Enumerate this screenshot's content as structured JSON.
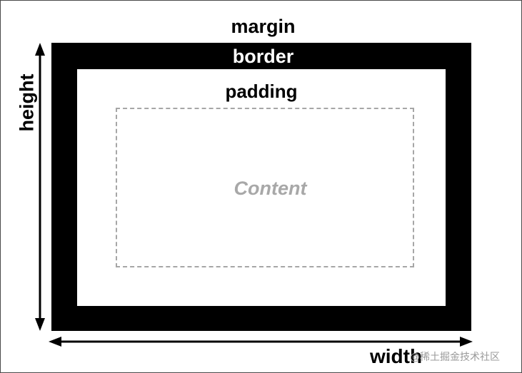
{
  "labels": {
    "margin": "margin",
    "border": "border",
    "padding": "padding",
    "content": "Content",
    "height": "height",
    "width": "width"
  },
  "watermark": "@稀土掘金技术社区",
  "colors": {
    "border": "#000000",
    "content_dash": "#a6a6a6",
    "content_text": "#a8a8a8",
    "background": "#ffffff"
  }
}
